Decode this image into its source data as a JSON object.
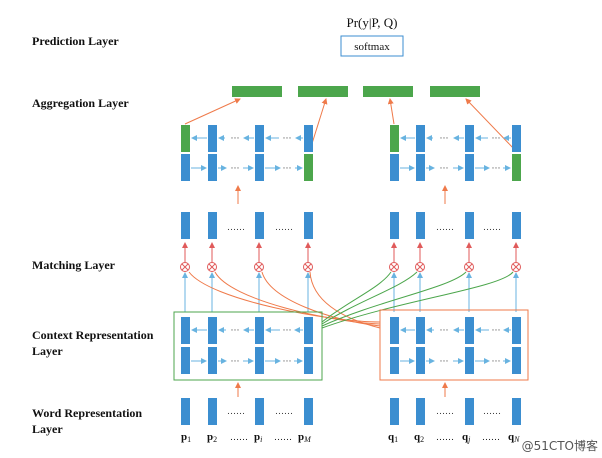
{
  "layers": {
    "prediction": "Prediction Layer",
    "aggregation": "Aggregation Layer",
    "matching": "Matching Layer",
    "context_line1": "Context Representation",
    "context_line2": "Layer",
    "word_line1": "Word Representation",
    "word_line2": "Layer"
  },
  "top": {
    "formula": "Pr(y|P, Q)",
    "softmax": "softmax"
  },
  "ellipsis": "……",
  "small_ellipsis": "···",
  "tokens_p": [
    "p1",
    "p2",
    "……",
    "pi",
    "……",
    "pM"
  ],
  "tokens_q": [
    "q1",
    "q2",
    "……",
    "qj",
    "……",
    "qN"
  ],
  "token_labels": {
    "p1_base": "p",
    "p1_sub": "1",
    "p2_base": "p",
    "p2_sub": "2",
    "pi_base": "p",
    "pi_sub": "i",
    "pM_base": "p",
    "pM_sub": "M",
    "q1_base": "q",
    "q1_sub": "1",
    "q2_base": "q",
    "q2_sub": "2",
    "qj_base": "q",
    "qj_sub": "j",
    "qN_base": "q",
    "qN_sub": "N"
  },
  "watermark": "@51CTO博客",
  "colors": {
    "blue": "#3b8ed0",
    "green": "#4ca64c",
    "orange": "#ef7a4a",
    "light_blue": "#68b3e0",
    "red": "#e05a5a"
  }
}
